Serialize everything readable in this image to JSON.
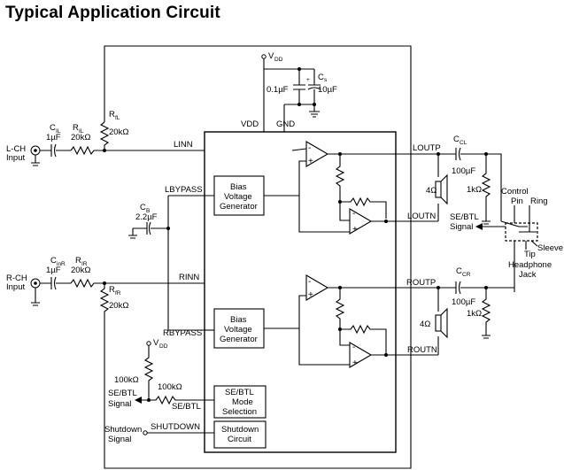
{
  "title": "Typical Application Circuit",
  "labels": {
    "vdd_top": "V",
    "vdd_top_sub": "DD",
    "cap_01": "0.1µF",
    "cs": "C",
    "cs_sub": "s",
    "cap_10": "10µF",
    "vdd_pin": "VDD",
    "gnd_pin": "GND",
    "lch_input_1": "L-CH",
    "lch_input_2": "Input",
    "cil": "C",
    "cil_sub": "IL",
    "cil_val": "1µF",
    "ril": "R",
    "ril_sub": "IL",
    "ril_val": "20kΩ",
    "rfl": "R",
    "rfl_sub": "fL",
    "rfl_val": "20kΩ",
    "linn": "LINN",
    "bias1_1": "Bias",
    "bias1_2": "Voltage",
    "bias1_3": "Generator",
    "lbypass": "LBYPASS",
    "cb": "C",
    "cb_sub": "B",
    "cb_val": "2.2µF",
    "loutp": "LOUTP",
    "lcl": "C",
    "lcl_sub": "CL",
    "lcl_val": "100µF",
    "r4_l": "4Ω",
    "r1k_l": "1kΩ",
    "control_pin_1": "Control",
    "control_pin_2": "Pin",
    "ring": "Ring",
    "loutn": "LOUTN",
    "se_btl_sig_1": "SE/BTL",
    "se_btl_sig_2": "Signal",
    "sleeve": "Sleeve",
    "tip": "Tip",
    "headphone_1": "Headphone",
    "headphone_2": "Jack",
    "rch_input_1": "R-CH",
    "rch_input_2": "Input",
    "cir": "C",
    "cir_sub": "inR",
    "cir_val": "1µF",
    "rir": "R",
    "rir_sub": "IR",
    "rir_val": "20kΩ",
    "rfr": "R",
    "rfr_sub": "fR",
    "rfr_val": "20kΩ",
    "rinn": "RINN",
    "routp": "ROUTP",
    "ccr": "C",
    "ccr_sub": "CR",
    "ccr_val": "100µF",
    "r4_r": "4Ω",
    "r1k_r": "1kΩ",
    "bias2_1": "Bias",
    "bias2_2": "Voltage",
    "bias2_3": "Generator",
    "rbypass": "RBYPASS",
    "vdd_low": "V",
    "vdd_low_sub": "DD",
    "r100k_1": "100kΩ",
    "r100k_2": "100kΩ",
    "se_btl_in_1": "SE/BTL",
    "se_btl_in_2": "Signal",
    "se_btl_pin": "SE/BTL",
    "mode_1": "SE/BTL",
    "mode_2": "Mode",
    "mode_3": "Selection",
    "routn": "ROUTN",
    "shutdown_sig_1": "Shutdown",
    "shutdown_sig_2": "Signal",
    "shutdown_pin": "SHUTDOWN",
    "shutdown_box_1": "Shutdown",
    "shutdown_box_2": "Circuit",
    "plus": "+",
    "minus": "-"
  }
}
